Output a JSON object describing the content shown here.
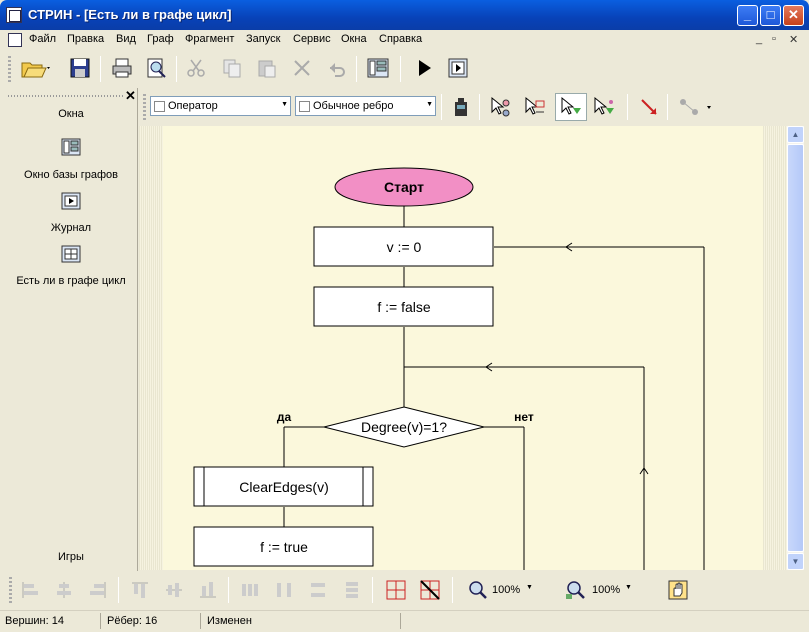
{
  "window": {
    "title": "СТРИН - [Есть ли в графе цикл]",
    "min": "_",
    "max": "□",
    "close": "✕"
  },
  "menu": [
    "Файл",
    "Правка",
    "Вид",
    "Граф",
    "Фрагмент",
    "Запуск",
    "Сервис",
    "Окна",
    "Справка"
  ],
  "mdi": {
    "min": "_",
    "restore": "▫",
    "close": "✕"
  },
  "toolbar_main": {
    "icons": [
      "open-icon",
      "save-icon",
      "print-icon",
      "preview-icon",
      "cut-icon",
      "copy-icon",
      "paste-icon",
      "delete-icon",
      "undo-icon",
      "graph-base-icon",
      "run-icon",
      "journal-icon"
    ]
  },
  "toolbar_graph": {
    "vertex_type": "Оператор",
    "edge_type": "Обычное ребро"
  },
  "sidebar": {
    "header": "Окна",
    "items": [
      {
        "label": "Окно базы графов",
        "icon": "graph-base-icon"
      },
      {
        "label": "Журнал",
        "icon": "journal-icon"
      },
      {
        "label": "Есть ли в графе цикл",
        "icon": "graph-window-icon"
      }
    ],
    "footer": "Игры",
    "close": "✕"
  },
  "flowchart": {
    "start": "Старт",
    "nodes": [
      "v := 0",
      "f := false",
      "Degree(v)=1?",
      "ClearEdges(v)",
      "f := true"
    ],
    "yes": "да",
    "no": "нет"
  },
  "toolbar_bottom": {
    "zoom1": "100%",
    "zoom2": "100%"
  },
  "status": {
    "vertices": "Вершин: 14",
    "edges": "Рёбер: 16",
    "state": "Изменен"
  }
}
